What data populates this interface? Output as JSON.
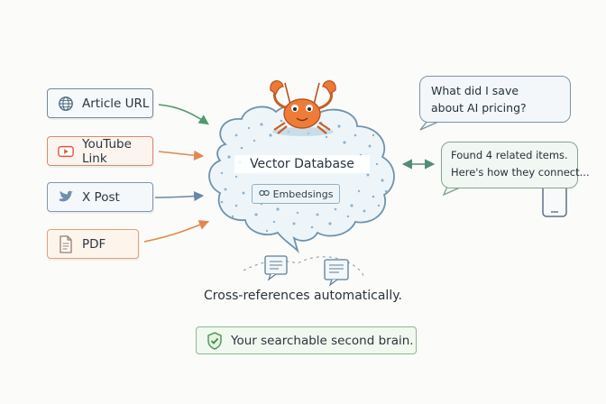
{
  "sources": [
    {
      "label": "Article URL",
      "icon": "globe-icon",
      "color": "#6f8a9e"
    },
    {
      "label": "YouTube Link",
      "icon": "youtube-icon",
      "color": "#d95b43"
    },
    {
      "label": "X Post",
      "icon": "bird-icon",
      "color": "#6f8fb0"
    },
    {
      "label": "PDF",
      "icon": "document-icon",
      "color": "#d48a5a"
    }
  ],
  "database": {
    "title": "Vector Database",
    "embeddings_label": "Embedsings",
    "mascot": "crab-icon",
    "accent": "#e8722f"
  },
  "chat": {
    "question_lines": [
      "What did I save",
      "about AI pricing?"
    ],
    "answer_lines": [
      "Found 4 related items.",
      "Here's how they connect..."
    ]
  },
  "caption": "Cross-references automatically.",
  "badge": {
    "label": "Your searchable second brain.",
    "icon": "shield-check-icon",
    "color": "#5a9a5e"
  }
}
